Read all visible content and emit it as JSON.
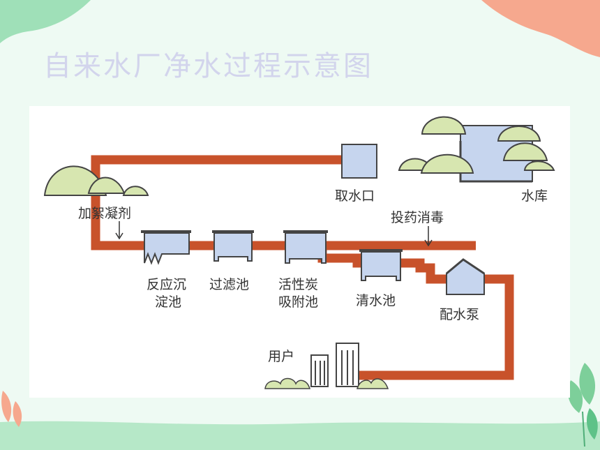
{
  "title": "自来水厂净水过程示意图",
  "colors": {
    "background": "#eefaf3",
    "title": "#d2d4ec",
    "pipe": "#c8522b",
    "tank_fill": "#c6d5ee",
    "tree": "#d7e6b0",
    "deco_pink": "#f6a88e",
    "bottom_band": "#b6e8c8",
    "leaf": "#7dcf9a"
  },
  "icons": [
    "tree-icon",
    "reservoir-icon",
    "intake-icon",
    "tank-icon",
    "pump-house-icon",
    "buildings-icon",
    "arrow-down-icon",
    "leaf-icon"
  ],
  "labels": {
    "intake": "取水口",
    "reservoir": "水库",
    "coagulant": "加絮凝剂",
    "disinfect": "投药消毒",
    "sedimentation_l1": "反应沉",
    "sedimentation_l2": "淀池",
    "filter": "过滤池",
    "carbon_l1": "活性炭",
    "carbon_l2": "吸附池",
    "clear": "清水池",
    "pump": "配水泵",
    "users": "用户"
  }
}
